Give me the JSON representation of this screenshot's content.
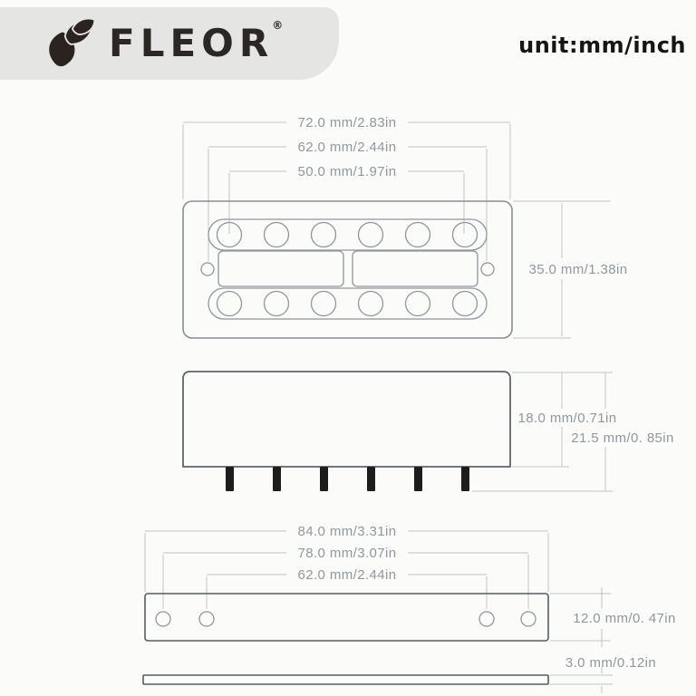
{
  "header": {
    "brand": "FLEOR",
    "registered_mark": "®",
    "unit_label": "unit:mm/inch"
  },
  "top_view": {
    "dim_width_cover": "72.0 mm/2.83in",
    "dim_width_mounting_holes": "62.0 mm/2.44in",
    "dim_width_pole_spread": "50.0 mm/1.97in",
    "dim_height": "35.0 mm/1.38in"
  },
  "side_view": {
    "dim_body_height": "18.0 mm/0.71in",
    "dim_total_height": "21.5 mm/0. 85in"
  },
  "baseplate_view": {
    "dim_width_plate": "84.0 mm/3.31in",
    "dim_width_outer_holes": "78.0 mm/3.07in",
    "dim_width_inner_holes": "62.0 mm/2.44in",
    "dim_height": "12.0 mm/0. 47in"
  },
  "thin_plate_view": {
    "dim_thickness": "3.0 mm/0.12in"
  },
  "colors": {
    "logo_box_bg": "#e5e5e3",
    "logo_ink": "#2b2724",
    "unit_text": "#161616",
    "drawing_outline": "#878f93",
    "drawing_outline_dark": "#5e666a",
    "dimension_line": "#bdc4c7",
    "dimension_text": "#8f989d",
    "pole_leg_fill": "#1d1d1d",
    "background": "#fbfbfa"
  }
}
